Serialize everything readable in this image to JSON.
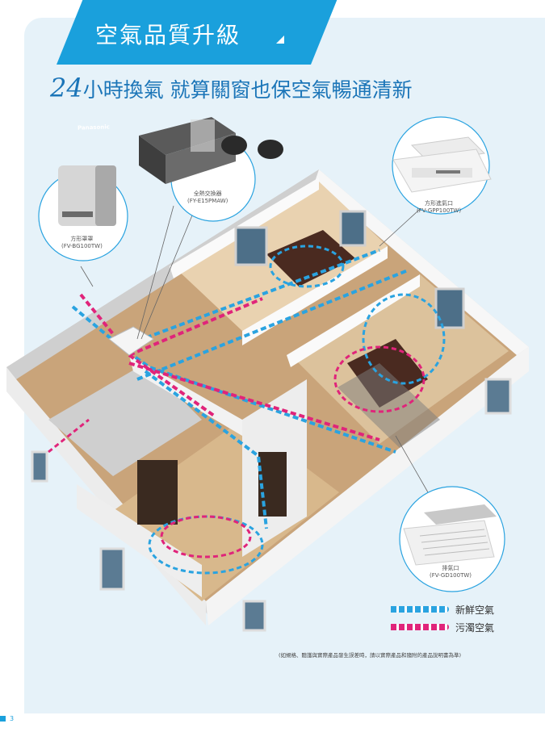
{
  "header": {
    "banner_title": "空氣品質升級",
    "headline_number": "24",
    "headline_text": "小時換氣 就算關窗也保空氣暢通清新"
  },
  "products": {
    "exchanger": {
      "name": "全熱交換器",
      "model": "(FY-E15PMAW)"
    },
    "hood": {
      "name": "方形罩罩",
      "model": "(FV-BG100TW)"
    },
    "supply": {
      "name": "方形進氣口",
      "model": "(FV-GPP100TW)"
    },
    "exhaust": {
      "name": "排氣口",
      "model": "(FV-GD100TW)"
    },
    "device_brand": "Panasonic"
  },
  "legend": {
    "fresh": "新鮮空氣",
    "stale": "污濁空氣",
    "fresh_color": "#2aa3e0",
    "stale_color": "#e0247a"
  },
  "note": "(如規格、聽護與實際產品發生誤差時，請以實際產品和隨附的產品說明書為準)",
  "page_number": "3"
}
